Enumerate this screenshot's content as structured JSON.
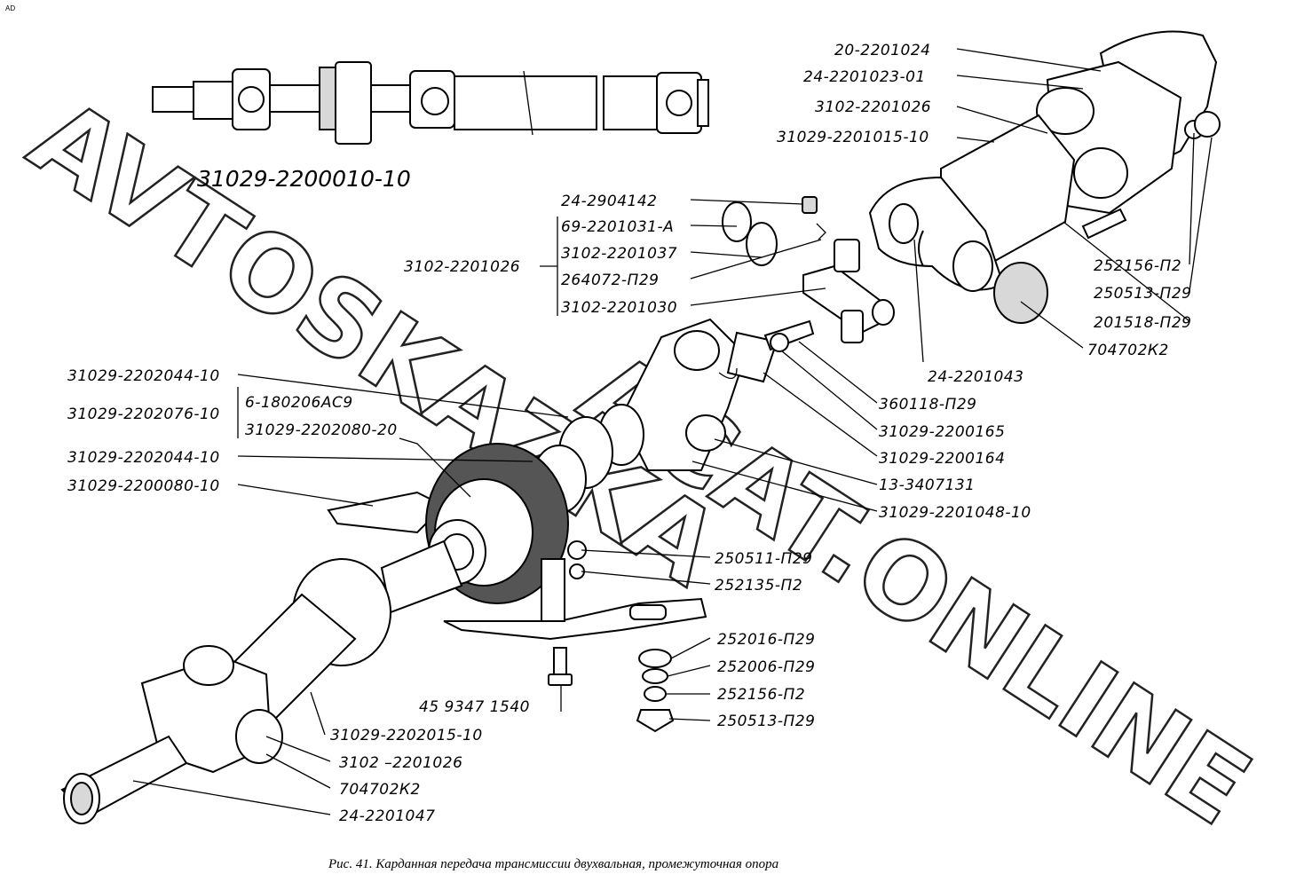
{
  "corner_mark": "AD",
  "assembly_number": "31029-2200010-10",
  "caption": "Рис. 41. Карданная передача трансмиссии двухвальная, промежуточная опора",
  "watermarks": [
    "AVTOSKAZKA",
    "ACAT.ONLINE"
  ],
  "callouts": {
    "top_right": [
      "20-2201024",
      "24-2201023-01",
      "3102-2201026",
      "31029-2201015-10"
    ],
    "bracket_group": [
      "24-2904142",
      "69-2201031-А",
      "3102-2201037",
      "264072-П29",
      "3102-2201030"
    ],
    "bracket_group_left": "3102-2201026",
    "right_side": [
      "252156-П2",
      "250513-П29",
      "201518-П29",
      "704702К2",
      "24-2201043"
    ],
    "mid_right": [
      "360118-П29",
      "31029-2200165",
      "31029-2200164",
      "13-3407131",
      "31029-2201048-10"
    ],
    "left_side": [
      "31029-2202044-10",
      "31029-2202076-10",
      "6-180206АС9",
      "31029-2202080-20",
      "31029-2202044-10",
      "31029-2200080-10"
    ],
    "support_side": [
      "250511-П29",
      "252135-П2"
    ],
    "fasteners": [
      "252016-П29",
      "252006-П29",
      "252156-П2",
      "250513-П29"
    ],
    "bolt": "45 9347 1540",
    "bottom": [
      "31029-2202015-10",
      "3102 –2201026",
      "704702К2",
      "24-2201047"
    ]
  }
}
